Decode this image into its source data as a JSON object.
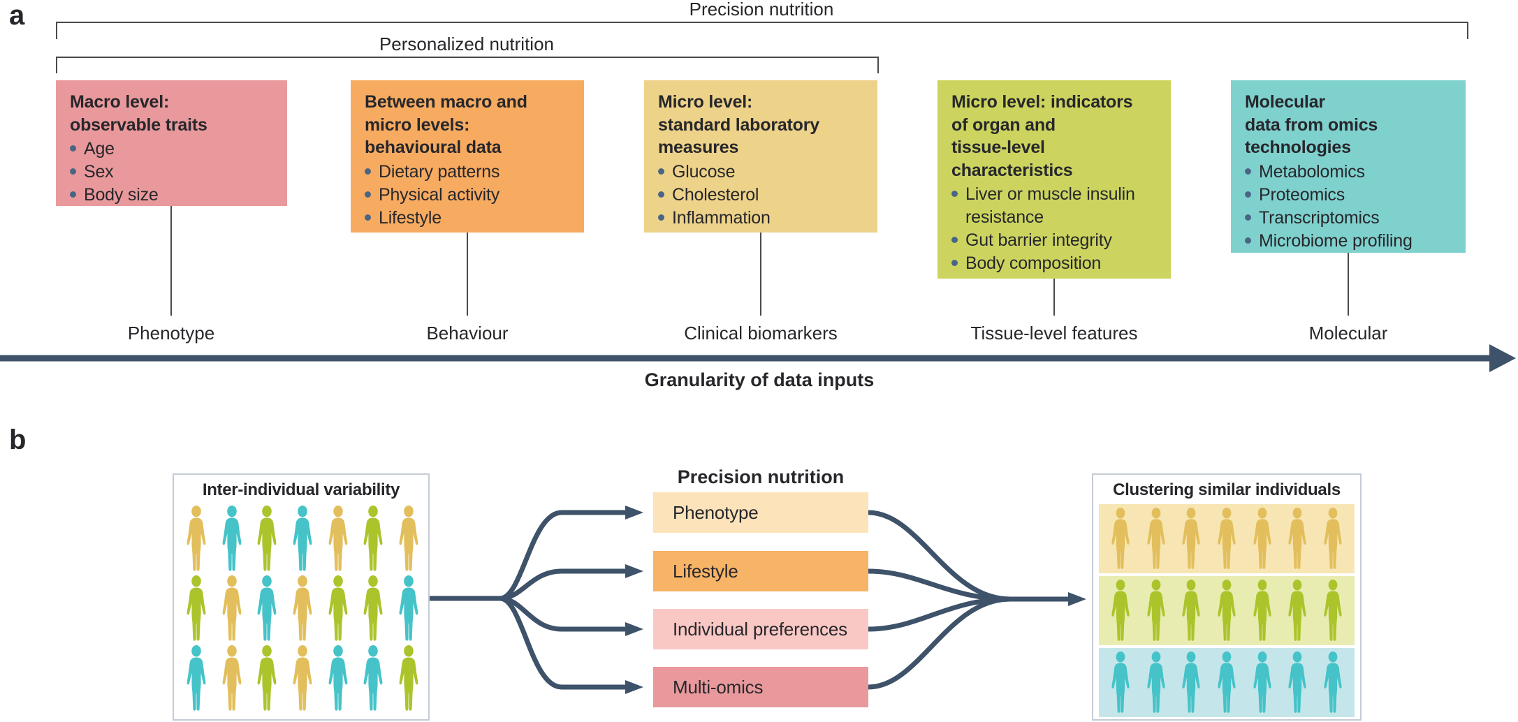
{
  "colors": {
    "line": "#3E5269",
    "bullet": "#4A6584",
    "text": "#27272B",
    "rule": "#4A4A4A",
    "panel_border": "#C5CBD5"
  },
  "panel_a": {
    "label": "a",
    "brackets": [
      {
        "label": "Precision nutrition"
      },
      {
        "label": "Personalized nutrition"
      }
    ],
    "boxes": [
      {
        "title": "Macro level:\nobservable traits",
        "color": "#E9999C",
        "bullets": [
          "Age",
          "Sex",
          "Body size"
        ],
        "axis_label": "Phenotype"
      },
      {
        "title": "Between macro and\nmicro levels:\nbehavioural data",
        "color": "#F7AB61",
        "bullets": [
          "Dietary patterns",
          "Physical activity",
          "Lifestyle"
        ],
        "axis_label": "Behaviour"
      },
      {
        "title": "Micro level:\nstandard laboratory\nmeasures",
        "color": "#EDD289",
        "bullets": [
          "Glucose",
          "Cholesterol",
          "Inflammation"
        ],
        "axis_label": "Clinical biomarkers"
      },
      {
        "title": "Micro level: indicators\nof organ and\ntissue-level\ncharacteristics",
        "color": "#CCD45F",
        "bullets": [
          "Liver or muscle insulin resistance",
          "Gut barrier integrity",
          "Body composition"
        ],
        "axis_label": "Tissue-level features"
      },
      {
        "title": "Molecular\ndata from omics\ntechnologies",
        "color": "#7FD1CE",
        "bullets": [
          "Metabolomics",
          "Proteomics",
          "Transcriptomics",
          "Microbiome profiling"
        ],
        "axis_label": "Molecular"
      }
    ],
    "axis_label": "Granularity of data inputs"
  },
  "panel_b": {
    "label": "b",
    "left_box": {
      "title": "Inter-individual variability",
      "grid": [
        [
          "y",
          "t",
          "g",
          "t",
          "y",
          "g",
          "y"
        ],
        [
          "g",
          "y",
          "t",
          "y",
          "g",
          "g",
          "t"
        ],
        [
          "t",
          "y",
          "g",
          "y",
          "t",
          "t",
          "g"
        ]
      ]
    },
    "middle": {
      "title": "Precision nutrition",
      "items": [
        {
          "label": "Phenotype",
          "color": "#FCE3BA"
        },
        {
          "label": "Lifestyle",
          "color": "#F7B366"
        },
        {
          "label": "Individual preferences",
          "color": "#F9C8C5"
        },
        {
          "label": "Multi-omics",
          "color": "#E9999C"
        }
      ]
    },
    "right_box": {
      "title": "Clustering similar individuals",
      "rows": [
        {
          "band": "#F7E6B3",
          "person": "y"
        },
        {
          "band": "#E9ECB0",
          "person": "g"
        },
        {
          "band": "#C4E6EA",
          "person": "t"
        }
      ],
      "people_per_row": 7
    },
    "person_palette": {
      "y": "#E2BF5C",
      "t": "#45C3C8",
      "g": "#ABC42C"
    }
  }
}
